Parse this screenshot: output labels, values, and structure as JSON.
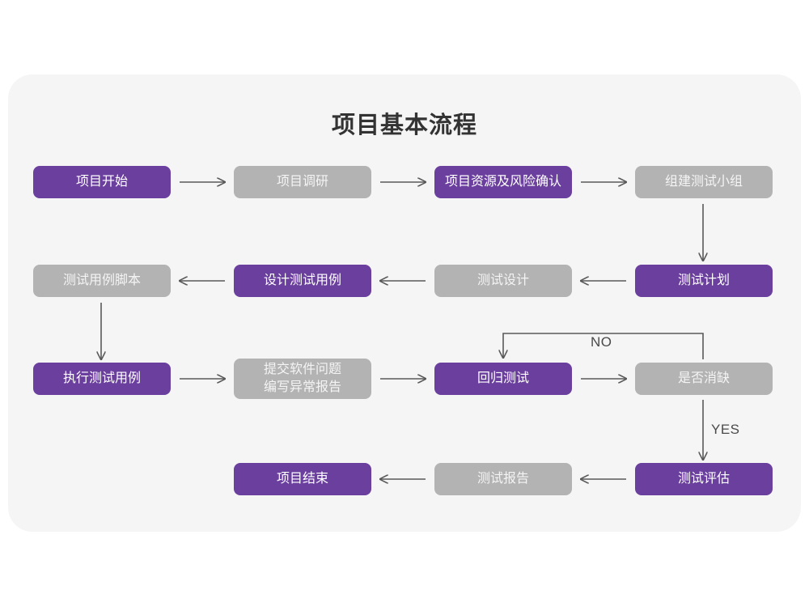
{
  "chart_data": {
    "type": "diagram",
    "diagram_kind": "flowchart",
    "title": "项目基本流程",
    "colors": {
      "page_background": "#ffffff",
      "card_background": "#f5f5f5",
      "accent_purple": "#6b3f9e",
      "muted_gray": "#b3b3b3",
      "title_text": "#333333",
      "purple_text": "#ffffff",
      "gray_text": "#f4f4f4",
      "connector": "#595959"
    },
    "nodes": [
      {
        "id": "n1",
        "label": "项目开始",
        "style": "purple",
        "row": 1,
        "col": 1
      },
      {
        "id": "n2",
        "label": "项目调研",
        "style": "gray",
        "row": 1,
        "col": 2
      },
      {
        "id": "n3",
        "label": "项目资源及风险确认",
        "style": "purple",
        "row": 1,
        "col": 3
      },
      {
        "id": "n4",
        "label": "组建测试小组",
        "style": "gray",
        "row": 1,
        "col": 4
      },
      {
        "id": "n5",
        "label": "测试用例脚本",
        "style": "gray",
        "row": 2,
        "col": 1
      },
      {
        "id": "n6",
        "label": "设计测试用例",
        "style": "purple",
        "row": 2,
        "col": 2
      },
      {
        "id": "n7",
        "label": "测试设计",
        "style": "gray",
        "row": 2,
        "col": 3
      },
      {
        "id": "n8",
        "label": "测试计划",
        "style": "purple",
        "row": 2,
        "col": 4
      },
      {
        "id": "n9",
        "label": "执行测试用例",
        "style": "purple",
        "row": 3,
        "col": 1
      },
      {
        "id": "n10",
        "label": "提交软件问题\n编写异常报告",
        "style": "gray",
        "row": 3,
        "col": 2
      },
      {
        "id": "n11",
        "label": "回归测试",
        "style": "purple",
        "row": 3,
        "col": 3
      },
      {
        "id": "n12",
        "label": "是否消缺",
        "style": "gray",
        "row": 3,
        "col": 4
      },
      {
        "id": "n13",
        "label": "项目结束",
        "style": "purple",
        "row": 4,
        "col": 2
      },
      {
        "id": "n14",
        "label": "测试报告",
        "style": "gray",
        "row": 4,
        "col": 3
      },
      {
        "id": "n15",
        "label": "测试评估",
        "style": "purple",
        "row": 4,
        "col": 4
      }
    ],
    "edges": [
      {
        "from": "n1",
        "to": "n2",
        "direction": "right",
        "label": ""
      },
      {
        "from": "n2",
        "to": "n3",
        "direction": "right",
        "label": ""
      },
      {
        "from": "n3",
        "to": "n4",
        "direction": "right",
        "label": ""
      },
      {
        "from": "n4",
        "to": "n8",
        "direction": "down",
        "label": ""
      },
      {
        "from": "n8",
        "to": "n7",
        "direction": "left",
        "label": ""
      },
      {
        "from": "n7",
        "to": "n6",
        "direction": "left",
        "label": ""
      },
      {
        "from": "n6",
        "to": "n5",
        "direction": "left",
        "label": ""
      },
      {
        "from": "n5",
        "to": "n9",
        "direction": "down",
        "label": ""
      },
      {
        "from": "n9",
        "to": "n10",
        "direction": "right",
        "label": ""
      },
      {
        "from": "n10",
        "to": "n11",
        "direction": "right",
        "label": ""
      },
      {
        "from": "n11",
        "to": "n12",
        "direction": "right",
        "label": ""
      },
      {
        "from": "n12",
        "to": "n11",
        "direction": "loop-up-left",
        "label": "NO"
      },
      {
        "from": "n12",
        "to": "n15",
        "direction": "down",
        "label": "YES"
      },
      {
        "from": "n15",
        "to": "n14",
        "direction": "left",
        "label": ""
      },
      {
        "from": "n14",
        "to": "n13",
        "direction": "left",
        "label": ""
      }
    ],
    "edge_labels": [
      {
        "id": "lbl-no",
        "text": "NO"
      },
      {
        "id": "lbl-yes",
        "text": "YES"
      }
    ]
  },
  "title": "项目基本流程",
  "nodes": {
    "n1": "项目开始",
    "n2": "项目调研",
    "n3": "项目资源及风险确认",
    "n4": "组建测试小组",
    "n5": "测试用例脚本",
    "n6": "设计测试用例",
    "n7": "测试设计",
    "n8": "测试计划",
    "n9": "执行测试用例",
    "n10": "提交软件问题\n编写异常报告",
    "n11": "回归测试",
    "n12": "是否消缺",
    "n13": "项目结束",
    "n14": "测试报告",
    "n15": "测试评估"
  },
  "labels": {
    "no": "NO",
    "yes": "YES"
  }
}
